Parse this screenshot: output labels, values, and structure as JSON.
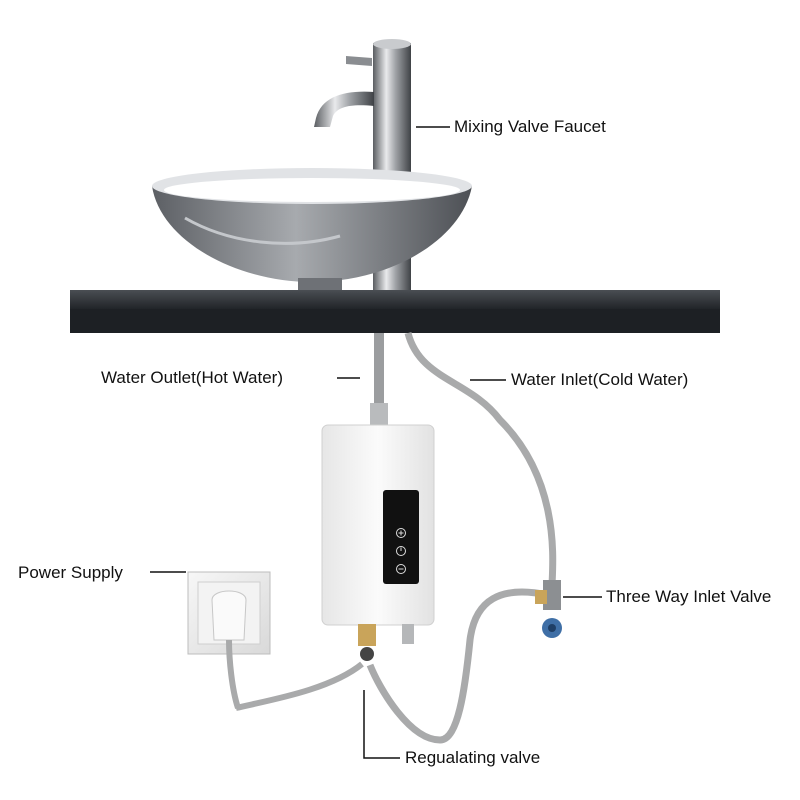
{
  "labels": {
    "mixing_valve_faucet": "Mixing Valve Faucet",
    "water_outlet": "Water Outlet(Hot Water)",
    "water_inlet": "Water Inlet(Cold Water)",
    "power_supply": "Power Supply",
    "three_way_inlet_valve": "Three Way Inlet Valve",
    "regulating_valve": "Regualating valve"
  },
  "colors": {
    "counter": "#2e3135",
    "basin": "#8b8e92",
    "heater_body": "#f4f4f4",
    "panel": "#111111",
    "hose": "#a9aaab"
  }
}
